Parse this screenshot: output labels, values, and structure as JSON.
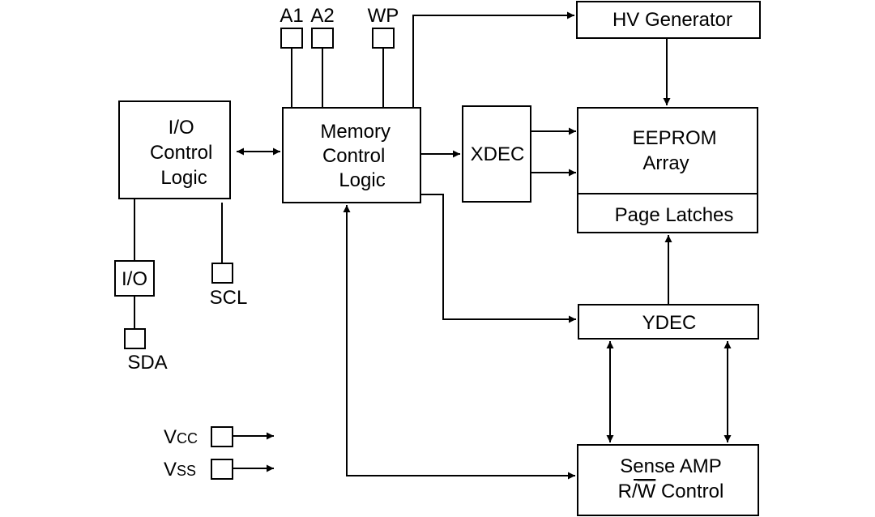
{
  "blocks": {
    "io_control": [
      "I/O",
      "Control",
      "Logic"
    ],
    "memory_control": [
      "Memory",
      "Control",
      "Logic"
    ],
    "xdec": "XDEC",
    "hv_generator": "HV Generator",
    "eeprom_array": [
      "EEPROM",
      "Array"
    ],
    "page_latches": "Page Latches",
    "ydec": "YDEC",
    "sense_amp": [
      "Sense AMP",
      "R/",
      "W",
      " Control"
    ]
  },
  "pins": {
    "a1": "A1",
    "a2": "A2",
    "wp": "WP",
    "io": "I/O",
    "scl": "SCL",
    "sda": "SDA",
    "vcc_v": "V",
    "vcc_sub": "CC",
    "vss_v": "V",
    "vss_sub": "SS"
  }
}
